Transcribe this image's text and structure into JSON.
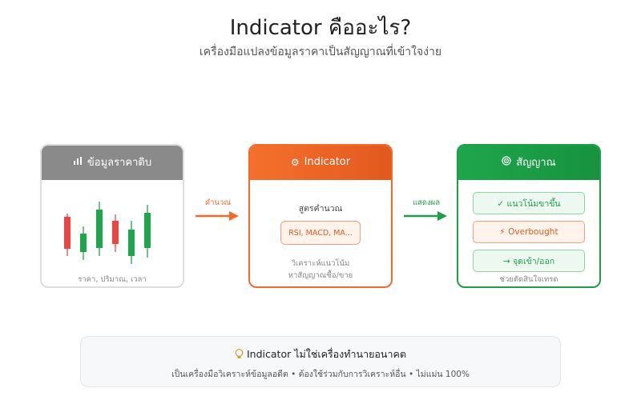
{
  "header": {
    "title": "Indicator คืออะไร?",
    "subtitle": "เครื่องมือแปลงข้อมูลราคาเป็นสัญญาณที่เข้าใจง่าย"
  },
  "raw_card": {
    "icon": "chart-icon",
    "title": "ข้อมูลราคาดิบ",
    "caption": "ราคา, ปริมาณ, เวลา",
    "candles": [
      {
        "dir": "down"
      },
      {
        "dir": "up"
      },
      {
        "dir": "up"
      },
      {
        "dir": "down"
      },
      {
        "dir": "up"
      },
      {
        "dir": "up"
      }
    ]
  },
  "arrow_calc": {
    "label": "คำนวณ"
  },
  "indicator_card": {
    "icon": "gear-icon",
    "icon_glyph": "⚙",
    "title": "Indicator",
    "formula_title": "สูตรคำนวณ",
    "formula_chip": "RSI, MACD, MA...",
    "desc_line1": "วิเคราะห์แนวโน้ม",
    "desc_line2": "หาสัญญาณซื้อ/ขาย"
  },
  "arrow_show": {
    "label": "แสดงผล"
  },
  "signal_card": {
    "icon": "target-icon",
    "title": "สัญญาณ",
    "signals": [
      {
        "text": "✓ แนวโน้มขาขึ้น",
        "style": "green"
      },
      {
        "text": "⚡ Overbought",
        "style": "orange"
      },
      {
        "text": "→ จุดเข้า/ออก",
        "style": "green"
      }
    ],
    "caption": "ช่วยตัดสินใจเทรด"
  },
  "note": {
    "icon": "lightbulb-icon",
    "title": "Indicator ไม่ใช่เครื่องทำนายอนาคต",
    "subtitle": "เป็นเครื่องมือวิเคราะห์ข้อมูลอดีต • ต้องใช้ร่วมกับการวิเคราะห์อื่น • ไม่แม่น 100%"
  },
  "colors": {
    "up": "#1fa64c",
    "down": "#e84545",
    "accent_orange": "#f26b2a",
    "accent_green": "#1f9d48"
  }
}
